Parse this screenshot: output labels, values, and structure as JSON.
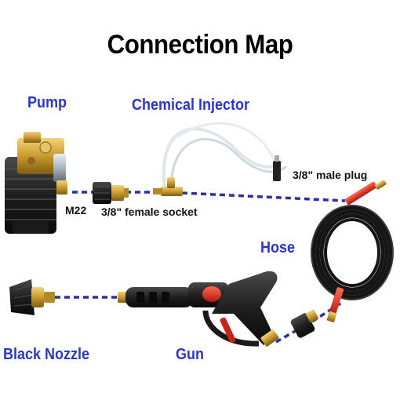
{
  "title": "Connection Map",
  "labels": {
    "pump": "Pump",
    "chemical_injector": "Chemical Injector",
    "hose": "Hose",
    "black_nozzle": "Black Nozzle",
    "gun": "Gun"
  },
  "notes": {
    "m22": "M22",
    "female_socket": "3/8\" female socket",
    "male_plug": "3/8\" male plug"
  },
  "colors": {
    "heading": "#2b35c9",
    "connector_line": "#2a2fa8",
    "brass": "#c99a2e",
    "hose_black": "#1b1b1b",
    "hose_sleeve_red": "#d7261b"
  }
}
